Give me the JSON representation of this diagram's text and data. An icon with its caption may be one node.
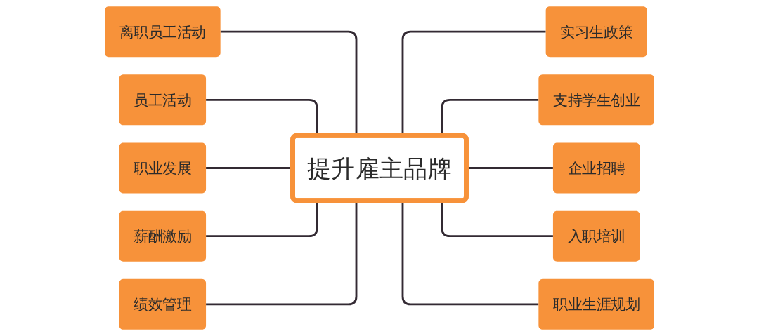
{
  "diagram": {
    "nodes": [
      {
        "text": [
          "提升雇主品牌"
        ]
      },
      {
        "text": [
          "离职员工活动"
        ]
      },
      {
        "text": [
          "员工活动"
        ]
      },
      {
        "text": [
          "职业发展"
        ]
      },
      {
        "text": [
          "薪酬激励"
        ]
      },
      {
        "text": [
          "绩效管理"
        ]
      },
      {
        "text": [
          "实习生政策"
        ]
      },
      {
        "text": [
          "支持学生创业"
        ]
      },
      {
        "text": [
          "企业招聘"
        ]
      },
      {
        "text": [
          "入职培训"
        ]
      },
      {
        "text": [
          "职业生涯规划"
        ]
      }
    ],
    "edges": [
      {
        "from": 1,
        "to": 0,
        "arrow": "none"
      },
      {
        "from": 2,
        "to": 0,
        "arrow": "none"
      },
      {
        "from": 3,
        "to": 0,
        "arrow": "none"
      },
      {
        "from": 4,
        "to": 0,
        "arrow": "none"
      },
      {
        "from": 5,
        "to": 0,
        "arrow": "none"
      },
      {
        "from": 0,
        "to": 6,
        "arrow": "none"
      },
      {
        "from": 0,
        "to": 7,
        "arrow": "none"
      },
      {
        "from": 0,
        "to": 8,
        "arrow": "none"
      },
      {
        "from": 0,
        "to": 9,
        "arrow": "none"
      },
      {
        "from": 0,
        "to": 10,
        "arrow": "none"
      }
    ]
  }
}
